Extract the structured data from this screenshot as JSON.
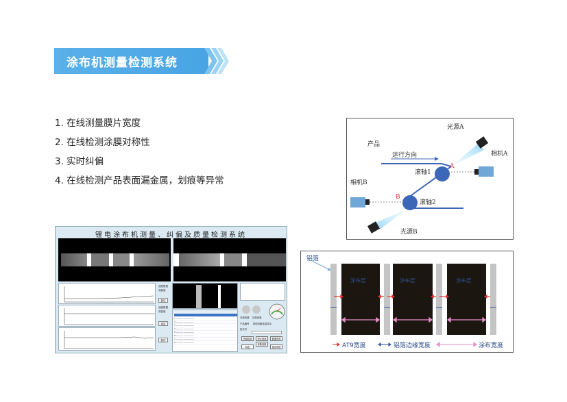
{
  "title": "涂布机测量检测系统",
  "features": [
    "1. 在线测量膜片宽度",
    "2. 在线检测涂膜对称性",
    "3. 实时纠偏",
    "4. 在线检测产品表面漏金属，划痕等异常"
  ],
  "schematic": {
    "light_a": "光源A",
    "product": "产品",
    "direction": "运行方向",
    "camera_a": "相机A",
    "roller1": "滚轴1",
    "point_a": "A",
    "camera_b": "相机B",
    "point_b": "B",
    "roller2": "滚轴2",
    "light_b": "光源B"
  },
  "app": {
    "title": "锂电涂布机测量、纠偏及质量检测系统",
    "side1": [
      "速度数据",
      "测量值"
    ],
    "side2": [
      "速度数据",
      "测量值"
    ],
    "btn1": "复位",
    "btn2": "设定",
    "btn3": "复位",
    "ctl_lamp1": "光源线路",
    "ctl_lamp2": "控制线路",
    "ctl_product": "产品编号",
    "ctl_batch": "批次号",
    "ctl_value": "网络设备连接成功",
    "buttons": [
      "开始检测",
      "停止检测",
      "参数设置",
      "标定",
      "数据查询",
      "退出系统"
    ]
  },
  "foil": {
    "foil_label": "铝箔",
    "coat_label": "涂布层",
    "legend_at9": "AT9宽度",
    "legend_edge": "铝箔边缘宽度",
    "legend_coat": "涂布宽度"
  },
  "colors": {
    "banner": "#4aa6e5",
    "coat": "#1b1710",
    "arrow_red": "#e03030",
    "arrow_blue": "#2a4fa0",
    "arrow_pink": "#e98ccc"
  }
}
